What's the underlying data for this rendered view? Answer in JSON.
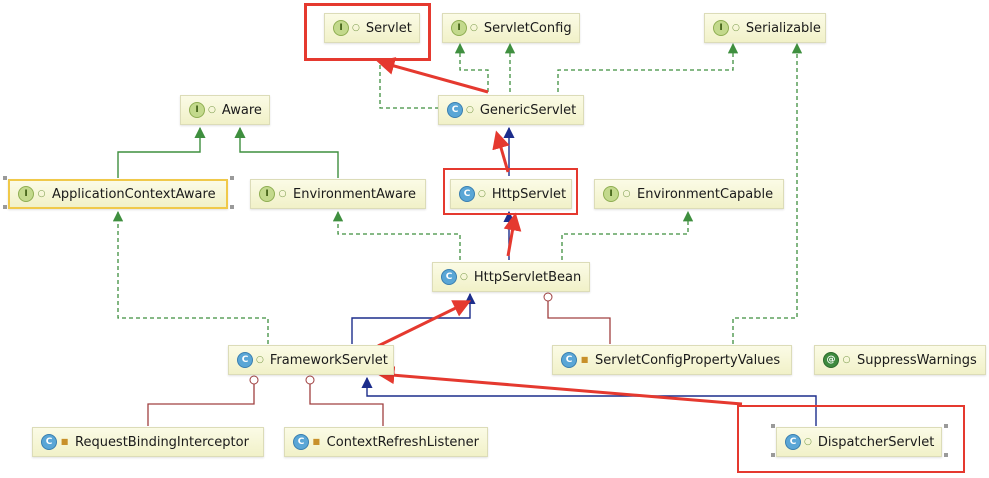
{
  "nodes": [
    {
      "id": "servlet",
      "label": "Servlet",
      "kind": "interface",
      "badge": "I",
      "vis": "pub"
    },
    {
      "id": "servletconfig",
      "label": "ServletConfig",
      "kind": "interface",
      "badge": "I",
      "vis": "pub"
    },
    {
      "id": "serializable",
      "label": "Serializable",
      "kind": "interface",
      "badge": "I",
      "vis": "pub"
    },
    {
      "id": "aware",
      "label": "Aware",
      "kind": "interface",
      "badge": "I",
      "vis": "pub"
    },
    {
      "id": "genericservlet",
      "label": "GenericServlet",
      "kind": "class",
      "badge": "C",
      "vis": "pub"
    },
    {
      "id": "appctxaware",
      "label": "ApplicationContextAware",
      "kind": "interface",
      "badge": "I",
      "vis": "pub"
    },
    {
      "id": "envaware",
      "label": "EnvironmentAware",
      "kind": "interface",
      "badge": "I",
      "vis": "pub"
    },
    {
      "id": "httpservlet",
      "label": "HttpServlet",
      "kind": "class",
      "badge": "C",
      "vis": "pub"
    },
    {
      "id": "envcapable",
      "label": "EnvironmentCapable",
      "kind": "interface",
      "badge": "I",
      "vis": "pub"
    },
    {
      "id": "httpservletbean",
      "label": "HttpServletBean",
      "kind": "class",
      "badge": "C",
      "vis": "pub"
    },
    {
      "id": "frameworkservlet",
      "label": "FrameworkServlet",
      "kind": "class",
      "badge": "C",
      "vis": "pub"
    },
    {
      "id": "scpv",
      "label": "ServletConfigPropertyValues",
      "kind": "class",
      "badge": "C",
      "vis": "lock"
    },
    {
      "id": "suppresswarnings",
      "label": "SuppressWarnings",
      "kind": "annotation",
      "badge": "@",
      "vis": "pub"
    },
    {
      "id": "rbi",
      "label": "RequestBindingInterceptor",
      "kind": "class",
      "badge": "C",
      "vis": "lock"
    },
    {
      "id": "crl",
      "label": "ContextRefreshListener",
      "kind": "class",
      "badge": "C",
      "vis": "lock"
    },
    {
      "id": "dispatcherservlet",
      "label": "DispatcherServlet",
      "kind": "class",
      "badge": "C",
      "vis": "pub"
    }
  ],
  "relations": [
    {
      "from": "genericservlet",
      "to": "servlet",
      "type": "implements"
    },
    {
      "from": "genericservlet",
      "to": "servletconfig",
      "type": "implements"
    },
    {
      "from": "genericservlet",
      "to": "serializable",
      "type": "implements"
    },
    {
      "from": "httpservlet",
      "to": "genericservlet",
      "type": "extends"
    },
    {
      "from": "httpservletbean",
      "to": "httpservlet",
      "type": "extends"
    },
    {
      "from": "httpservletbean",
      "to": "envaware",
      "type": "implements"
    },
    {
      "from": "httpservletbean",
      "to": "envcapable",
      "type": "implements"
    },
    {
      "from": "appctxaware",
      "to": "aware",
      "type": "extends-interface"
    },
    {
      "from": "envaware",
      "to": "aware",
      "type": "extends-interface"
    },
    {
      "from": "frameworkservlet",
      "to": "httpservletbean",
      "type": "extends"
    },
    {
      "from": "frameworkservlet",
      "to": "appctxaware",
      "type": "implements"
    },
    {
      "from": "scpv",
      "to": "httpservletbean",
      "type": "inner"
    },
    {
      "from": "scpv",
      "to": "serializable",
      "type": "implements"
    },
    {
      "from": "rbi",
      "to": "frameworkservlet",
      "type": "inner"
    },
    {
      "from": "crl",
      "to": "frameworkservlet",
      "type": "inner"
    },
    {
      "from": "dispatcherservlet",
      "to": "frameworkservlet",
      "type": "extends"
    }
  ],
  "highlights": [
    "servlet",
    "httpservlet",
    "dispatcherservlet"
  ],
  "annotation_arrows": [
    {
      "from": "genericservlet",
      "to": "servlet"
    },
    {
      "from": "httpservlet",
      "to": "genericservlet"
    },
    {
      "from": "httpservletbean",
      "to": "httpservlet"
    },
    {
      "from": "frameworkservlet",
      "to": "httpservletbean"
    },
    {
      "from": "dispatcherservlet",
      "to": "frameworkservlet"
    }
  ],
  "colors": {
    "implements": "#3f8f3f",
    "extends_class": "#1c2d8c",
    "inner": "#a04040",
    "annotation": "#e5392f",
    "node_bg": "#f6f6d8",
    "selected_border": "#f0c94a"
  }
}
